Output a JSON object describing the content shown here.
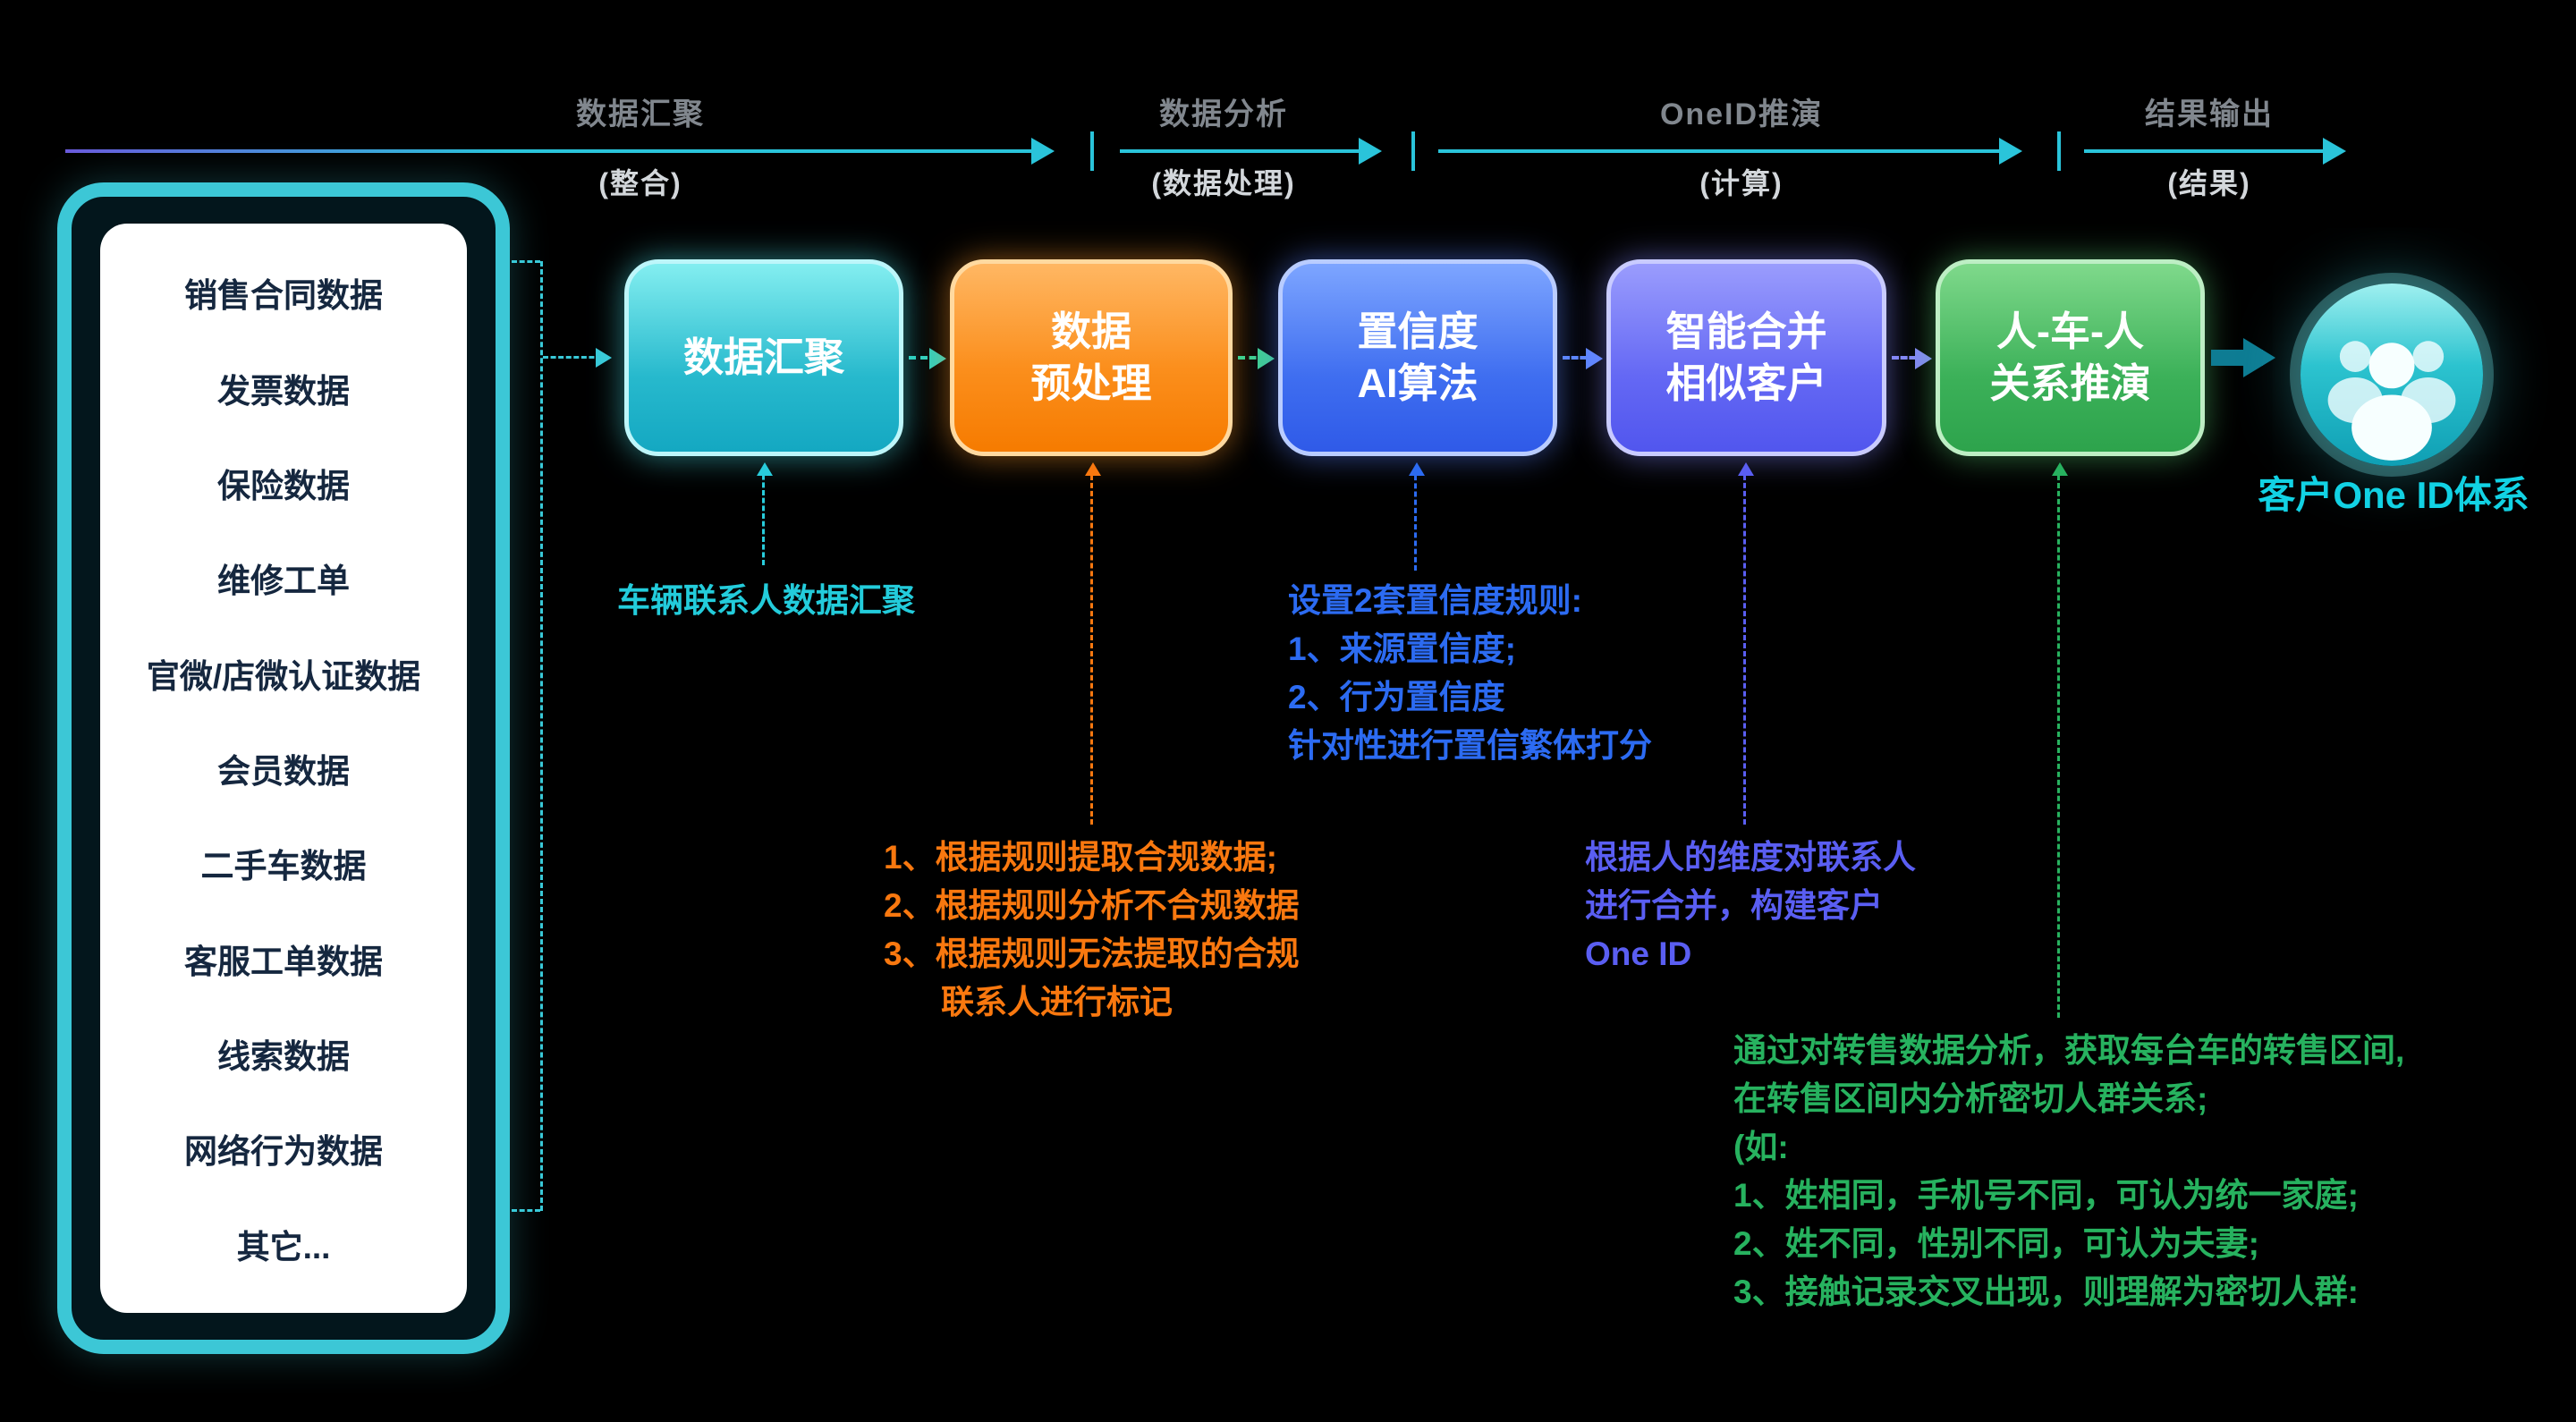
{
  "phases": [
    {
      "label": "数据汇聚",
      "sublabel": "(整合)"
    },
    {
      "label": "数据分析",
      "sublabel": "(数据处理)"
    },
    {
      "label": "OneID推演",
      "sublabel": "(计算)"
    },
    {
      "label": "结果输出",
      "sublabel": "(结果)"
    }
  ],
  "source_panel": {
    "items": [
      "销售合同数据",
      "发票数据",
      "保险数据",
      "维修工单",
      "官微/店微认证数据",
      "会员数据",
      "二手车数据",
      "客服工单数据",
      "线索数据",
      "网络行为数据",
      "其它..."
    ]
  },
  "flow": {
    "boxes": [
      {
        "line1": "数据汇聚",
        "line2": ""
      },
      {
        "line1": "数据",
        "line2": "预处理"
      },
      {
        "line1": "置信度",
        "line2": "AI算法"
      },
      {
        "line1": "智能合并",
        "line2": "相似客户"
      },
      {
        "line1": "人-车-人",
        "line2": "关系推演"
      }
    ]
  },
  "annotations": {
    "aggregate": {
      "lines": [
        "车辆联系人数据汇聚"
      ]
    },
    "preprocess": {
      "lines": [
        "1、根据规则提取合规数据;",
        "2、根据规则分析不合规数据",
        "3、根据规则无法提取的合规",
        "联系人进行标记"
      ]
    },
    "confidence": {
      "lines": [
        "设置2套置信度规则:",
        "1、来源置信度;",
        "2、行为置信度",
        "针对性进行置信繁体打分"
      ]
    },
    "merge": {
      "lines": [
        "根据人的维度对联系人",
        "进行合并，构建客户",
        "One ID"
      ]
    },
    "relation": {
      "lines": [
        "通过对转售数据分析，获取每台车的转售区间,",
        "在转售区间内分析密切人群关系;",
        "(如:",
        "1、姓相同，手机号不同，可认为统一家庭;",
        "2、姓不同，性别不同，可认为夫妻;",
        "3、接触记录交叉出现，则理解为密切人群:"
      ]
    }
  },
  "result": {
    "label": "客户One ID体系"
  },
  "colors": {
    "background": "#000000",
    "phase_arrow": "#2ac4da",
    "panel_border": "#3cc7d6",
    "box_aggregate": "#27b9cd",
    "box_preprocess": "#fb8f1d",
    "box_confidence": "#3f6ef0",
    "box_merge": "#6468f4",
    "box_relation": "#3cb159",
    "annotation_cyan": "#23ccdb",
    "annotation_orange": "#f9780f",
    "annotation_blue": "#2c6bf2",
    "annotation_indigo": "#5a5ef2",
    "annotation_green": "#27b25f",
    "result_label": "#12d2e4"
  }
}
